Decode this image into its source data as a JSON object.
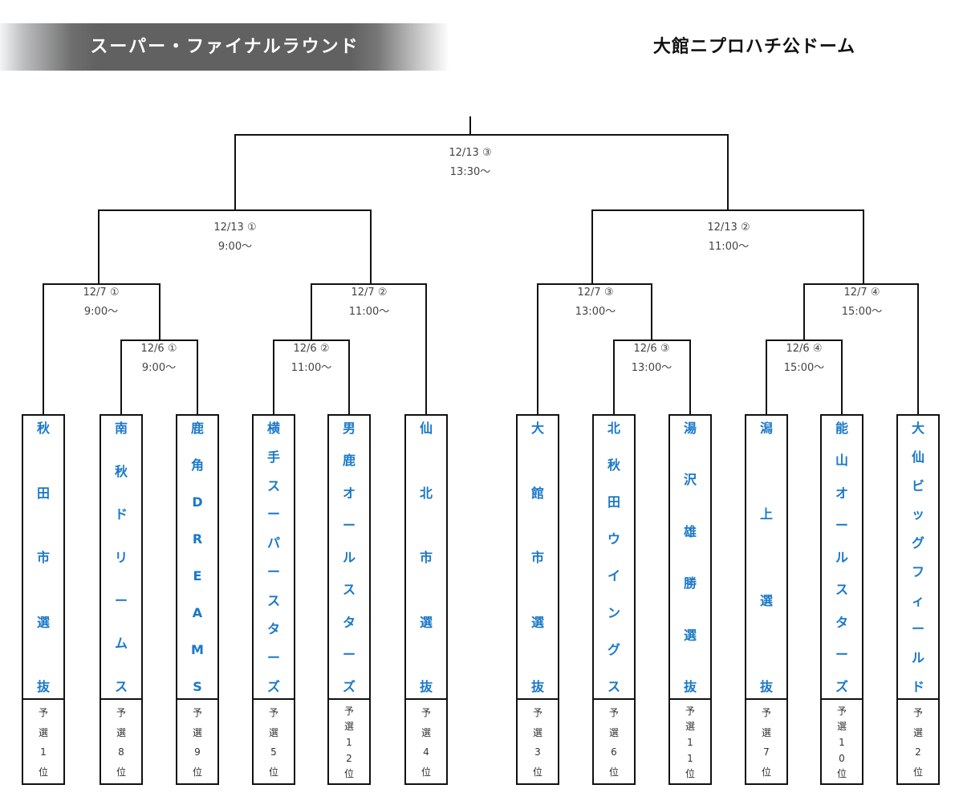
{
  "header": {
    "title": "スーパー・ファイナルラウンド",
    "venue": "大館ニプロハチ公ドーム"
  },
  "colors": {
    "team_name": "#1a78c8",
    "line": "#111111",
    "banner": "#616161"
  },
  "games": {
    "final": {
      "date": "12/13 ③",
      "time": "13:30〜"
    },
    "semi_left": {
      "date": "12/13 ①",
      "time": "9:00〜"
    },
    "semi_right": {
      "date": "12/13 ②",
      "time": "11:00〜"
    },
    "qf1": {
      "date": "12/7 ①",
      "time": "9:00〜"
    },
    "qf2": {
      "date": "12/7 ②",
      "time": "11:00〜"
    },
    "qf3": {
      "date": "12/7 ③",
      "time": "13:00〜"
    },
    "qf4": {
      "date": "12/7 ④",
      "time": "15:00〜"
    },
    "r1_1": {
      "date": "12/6 ①",
      "time": "9:00〜"
    },
    "r1_2": {
      "date": "12/6 ②",
      "time": "11:00〜"
    },
    "r1_3": {
      "date": "12/6 ③",
      "time": "13:00〜"
    },
    "r1_4": {
      "date": "12/6 ④",
      "time": "15:00〜"
    }
  },
  "teams": [
    {
      "name": "秋田市選抜",
      "rank": "予選1位"
    },
    {
      "name": "南秋ドリームス",
      "rank": "予選8位"
    },
    {
      "name": "鹿角DREAMS",
      "rank": "予選9位"
    },
    {
      "name": "横手スーパースターズ",
      "rank": "予選5位"
    },
    {
      "name": "男鹿オールスターズ",
      "rank": "予選12位"
    },
    {
      "name": "仙北市選抜",
      "rank": "予選4位"
    },
    {
      "name": "大館市選抜",
      "rank": "予選3位"
    },
    {
      "name": "北秋田ウイングス",
      "rank": "予選6位"
    },
    {
      "name": "湯沢雄勝選抜",
      "rank": "予選11位"
    },
    {
      "name": "潟上選抜",
      "rank": "予選7位"
    },
    {
      "name": "能山オールスターズ",
      "rank": "予選10位"
    },
    {
      "name": "大仙ビッグフィールド",
      "rank": "予選2位"
    }
  ]
}
